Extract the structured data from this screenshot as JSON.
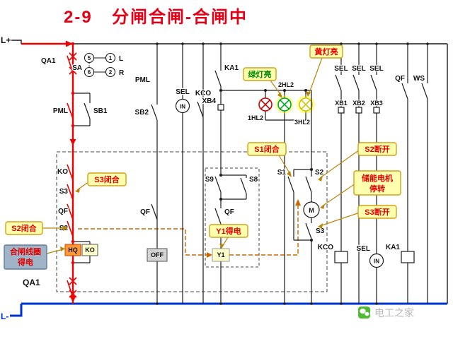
{
  "title": {
    "number": "2-9",
    "text": "分闸合闸-合闸中"
  },
  "rails": {
    "positive": "L+",
    "negative": "L-"
  },
  "breaker": {
    "top": "QA1",
    "bottom": "QA1"
  },
  "selector": {
    "label": "SA",
    "n5": "5",
    "n1": "1",
    "n6": "6",
    "n2": "2",
    "left": "L",
    "right": "R"
  },
  "left_col": {
    "pml": "PML",
    "sb1": "SB1",
    "ko": "KO",
    "s3": "S3",
    "qf": "QF",
    "s2": "S2",
    "hq": "HQ",
    "ko_coil": "KO"
  },
  "mid_col": {
    "pml": "PML",
    "sb2": "SB2",
    "qf": "QF",
    "off": "OFF",
    "sel": "SEL",
    "in": "IN",
    "kco": "KCO"
  },
  "ka1_branch": {
    "ka1": "KA1",
    "xb4": "XB4",
    "s9": "S9",
    "s8": "S8",
    "qf": "QF",
    "y1": "Y1"
  },
  "lamps": {
    "l1": "1HL2",
    "l2": "2HL2",
    "l3": "3HL2"
  },
  "mech": {
    "s1": "S1",
    "s2": "S2",
    "m": "M",
    "s3": "S3"
  },
  "right_col": {
    "sel1": "SEL",
    "sel2": "SEL",
    "sel3": "SEL",
    "xb1": "XB1",
    "xb2": "XB2",
    "xb3": "XB3",
    "qf": "QF",
    "ws": "WS",
    "kco": "KCO",
    "sel_b": "SEL",
    "in": "IN",
    "ka1": "KA1"
  },
  "callouts": {
    "green_lamp": "绿灯亮",
    "yellow_lamp": "黄灯亮",
    "s1_closed": "S1闭合",
    "s2_open": "S2断开",
    "motor_line1": "储能电机",
    "motor_line2": "停转",
    "s3_open": "S3断开",
    "s3_closed": "S3闭合",
    "s2_closed": "S2闭合",
    "y1_energized": "Y1得电",
    "coil_line1": "合闸线圈",
    "coil_line2": "得电"
  },
  "watermark": {
    "text": "电工之家"
  },
  "colors": {
    "energized": "#ee0000",
    "negative_bus": "#0033cc",
    "callout_bg": "#ffffb0",
    "lamp_red": "#cc0000",
    "lamp_green": "#00aa22",
    "lamp_yellow": "#d4c400"
  }
}
